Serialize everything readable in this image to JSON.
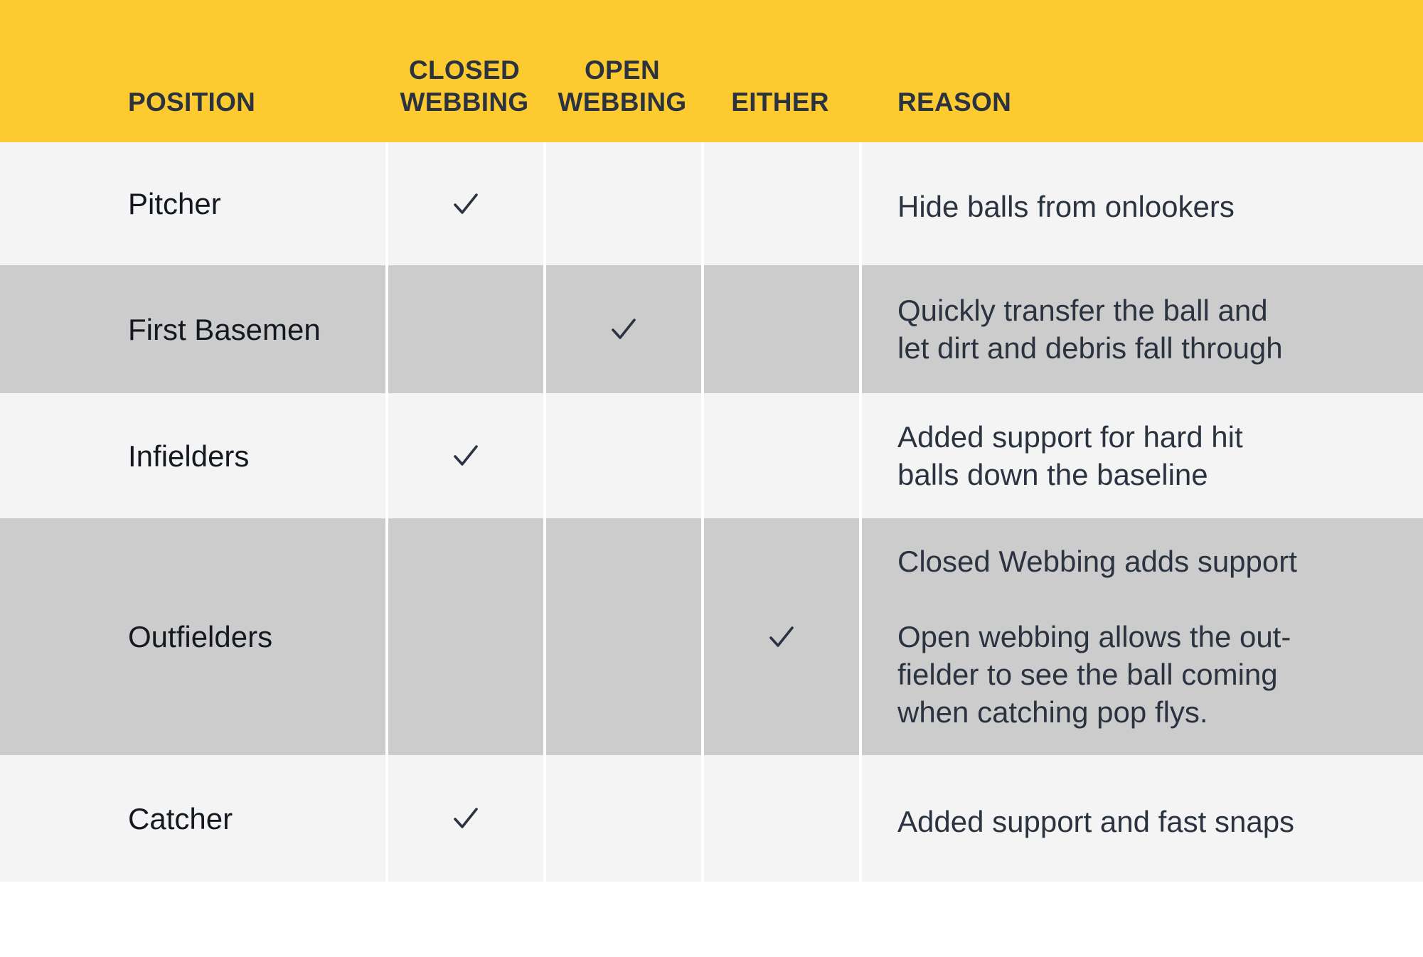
{
  "colors": {
    "header_bg": "#FDCB30",
    "row_light": "#F4F4F4",
    "row_dark": "#CCCCCC",
    "text": "#2C3340"
  },
  "header": {
    "position": "POSITION",
    "closed": "CLOSED\nWEBBING",
    "open": "OPEN\nWEBBING",
    "either": "EITHER",
    "reason": "REASON"
  },
  "rows": [
    {
      "position": "Pitcher",
      "closed": true,
      "open": false,
      "either": false,
      "reason": "Hide balls from onlookers"
    },
    {
      "position": "First Basemen",
      "closed": false,
      "open": true,
      "either": false,
      "reason": "Quickly transfer the ball and\nlet dirt and debris fall through"
    },
    {
      "position": "Infielders",
      "closed": true,
      "open": false,
      "either": false,
      "reason": "Added support for hard hit\nballs down the baseline"
    },
    {
      "position": "Outfielders",
      "closed": false,
      "open": false,
      "either": true,
      "reason": "Closed Webbing adds support\n\nOpen webbing allows the out-\nfielder to see the ball coming\nwhen catching pop flys."
    },
    {
      "position": "Catcher",
      "closed": true,
      "open": false,
      "either": false,
      "reason": "Added support and fast snaps"
    }
  ],
  "icons": {
    "mark": "checkmark-icon"
  }
}
